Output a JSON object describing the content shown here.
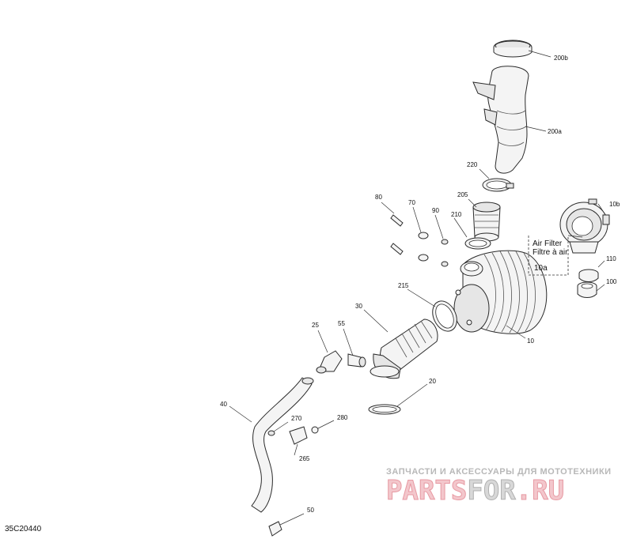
{
  "diagram": {
    "code": "35C20440",
    "callouts": {
      "p200b": "200b",
      "p200a": "200a",
      "p220": "220",
      "p205": "205",
      "p210": "210",
      "p80": "80",
      "p70": "70",
      "p90": "90",
      "p10b": "10b",
      "p110": "110",
      "p100": "100",
      "p215": "215",
      "p30": "30",
      "p10": "10",
      "p25": "25",
      "p55": "55",
      "p20": "20",
      "p40": "40",
      "p270": "270",
      "p280": "280",
      "p265": "265",
      "p50": "50"
    },
    "air_filter_box": {
      "line1": "Air Filter",
      "line2": "Filtre à air",
      "code": "10a"
    }
  },
  "watermark": {
    "caption": "ЗАПЧАСТИ И АКСЕССУАРЫ ДЛЯ МОТОТЕХНИКИ",
    "brand_part1": "PARTS",
    "brand_part2": "FOR",
    "brand_part3": ".RU"
  }
}
